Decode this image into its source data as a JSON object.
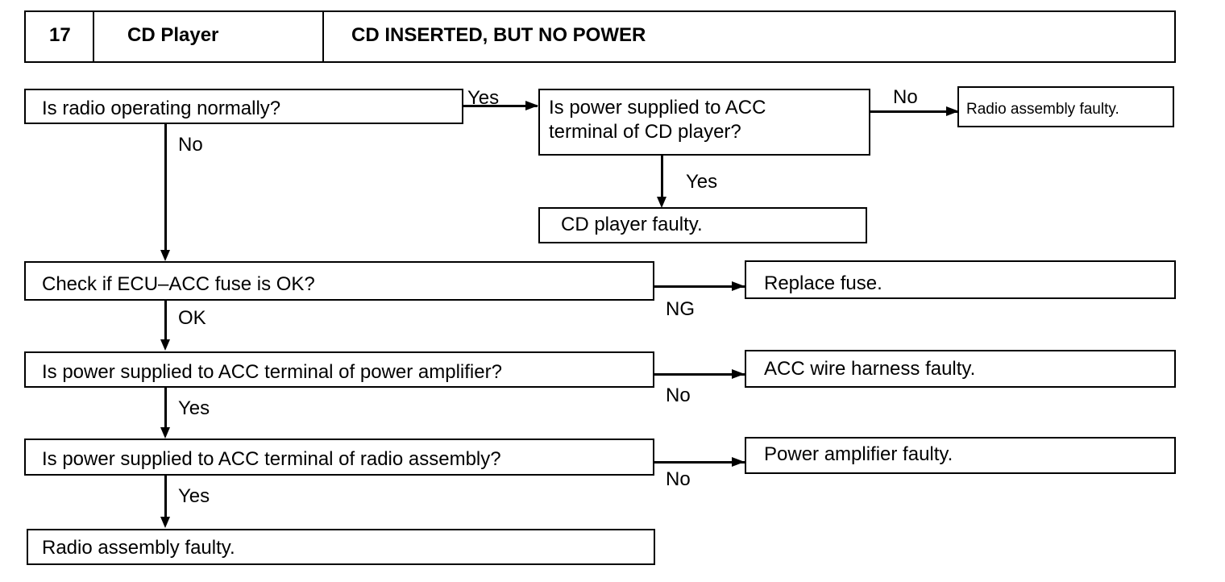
{
  "header": {
    "number": "17",
    "system": "CD Player",
    "symptom": "CD INSERTED, BUT NO POWER"
  },
  "nodes": {
    "q_radio": "Is radio operating normally?",
    "q_power_cd": "Is power supplied to ACC\nterminal of CD player?",
    "r_radio_faulty_top": "Radio assembly faulty.",
    "r_cd_faulty": "CD player faulty.",
    "q_fuse": "Check if ECU–ACC fuse is OK?",
    "r_replace_fuse": "Replace fuse.",
    "q_power_amp": "Is power supplied to ACC terminal of power amplifier?",
    "r_wire_harness": "ACC wire harness faulty.",
    "q_power_radio": "Is power supplied to ACC terminal of radio assembly?",
    "r_amp_faulty": "Power amplifier faulty.",
    "r_radio_faulty_bottom": "Radio assembly faulty."
  },
  "edge_labels": {
    "radio_yes": "Yes",
    "radio_no": "No",
    "cd_no": "No",
    "cd_yes": "Yes",
    "fuse_ng": "NG",
    "fuse_ok": "OK",
    "amp_no": "No",
    "amp_yes": "Yes",
    "radio_acc_no": "No",
    "radio_acc_yes": "Yes"
  }
}
